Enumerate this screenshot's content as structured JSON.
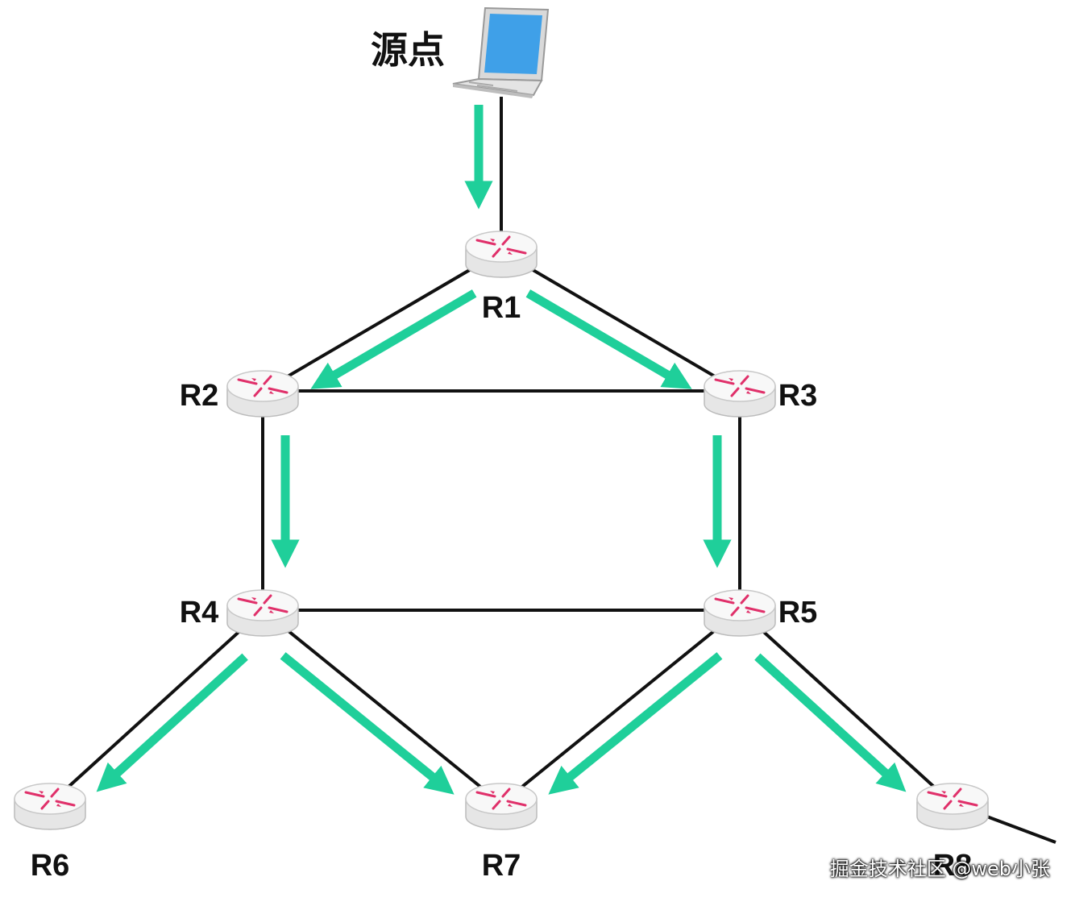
{
  "source": {
    "label": "源点"
  },
  "routers": [
    {
      "id": "R1",
      "label": "R1"
    },
    {
      "id": "R2",
      "label": "R2"
    },
    {
      "id": "R3",
      "label": "R3"
    },
    {
      "id": "R4",
      "label": "R4"
    },
    {
      "id": "R5",
      "label": "R5"
    },
    {
      "id": "R6",
      "label": "R6"
    },
    {
      "id": "R7",
      "label": "R7"
    },
    {
      "id": "R8",
      "label": "R8"
    }
  ],
  "links": [
    {
      "from": "source",
      "to": "R1"
    },
    {
      "from": "R1",
      "to": "R2"
    },
    {
      "from": "R1",
      "to": "R3"
    },
    {
      "from": "R2",
      "to": "R3"
    },
    {
      "from": "R2",
      "to": "R4"
    },
    {
      "from": "R3",
      "to": "R5"
    },
    {
      "from": "R4",
      "to": "R5"
    },
    {
      "from": "R4",
      "to": "R6"
    },
    {
      "from": "R4",
      "to": "R7"
    },
    {
      "from": "R5",
      "to": "R7"
    },
    {
      "from": "R5",
      "to": "R8"
    },
    {
      "from": "R8",
      "to": "offscreen"
    }
  ],
  "flows": [
    {
      "from": "source",
      "to": "R1"
    },
    {
      "from": "R1",
      "to": "R2"
    },
    {
      "from": "R1",
      "to": "R3"
    },
    {
      "from": "R2",
      "to": "R4"
    },
    {
      "from": "R3",
      "to": "R5"
    },
    {
      "from": "R4",
      "to": "R6"
    },
    {
      "from": "R4",
      "to": "R7"
    },
    {
      "from": "R5",
      "to": "R7"
    },
    {
      "from": "R5",
      "to": "R8"
    }
  ],
  "colors": {
    "link": "#111111",
    "flow_arrow": "#1fcf9a",
    "router_body": "#e6e6e6",
    "router_top": "#f8f8f8",
    "router_arrow": "#e0306a",
    "laptop_screen": "#3fa0e8"
  },
  "watermark": "掘金技术社区 @web小张"
}
